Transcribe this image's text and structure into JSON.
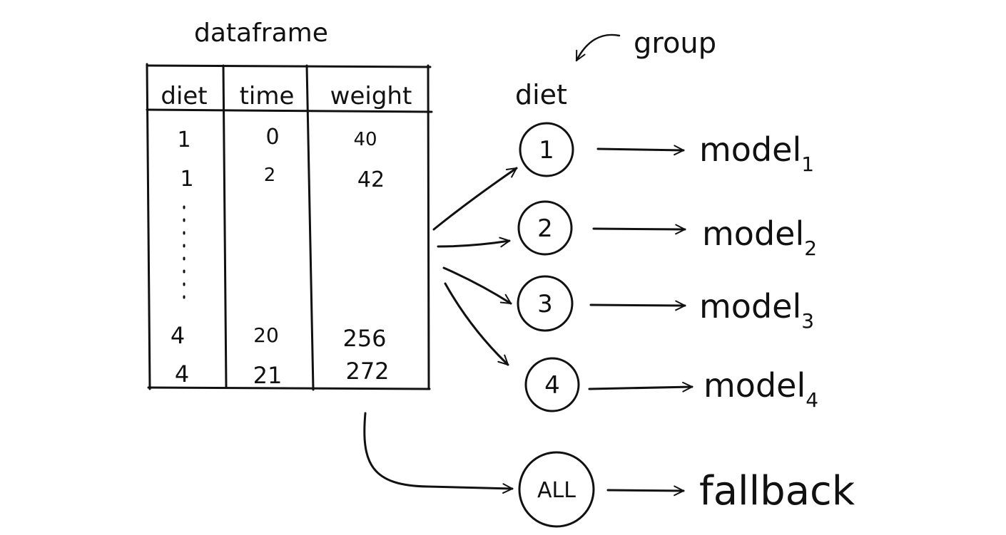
{
  "title": "dataframe",
  "table": {
    "headers": [
      "diet",
      "time",
      "weight"
    ],
    "rows_top": [
      [
        "1",
        "0",
        "40"
      ],
      [
        "1",
        "2",
        "42"
      ]
    ],
    "rows_bottom": [
      [
        "4",
        "20",
        "256"
      ],
      [
        "4",
        "21",
        "272"
      ]
    ]
  },
  "group_label": "group",
  "group_column": "diet",
  "groups": [
    {
      "label": "1",
      "model": "model",
      "sub": "1"
    },
    {
      "label": "2",
      "model": "model",
      "sub": "2"
    },
    {
      "label": "3",
      "model": "model",
      "sub": "3"
    },
    {
      "label": "4",
      "model": "model",
      "sub": "4"
    }
  ],
  "all_group": {
    "label": "ALL",
    "target": "fallback"
  }
}
